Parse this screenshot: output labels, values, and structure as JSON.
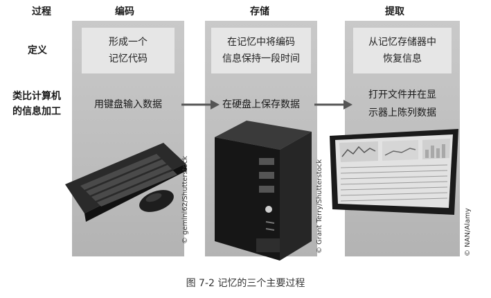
{
  "headers": {
    "process": "过程",
    "encoding": "编码",
    "storage": "存储",
    "retrieval": "提取"
  },
  "row_labels": {
    "definition": "定义",
    "analogy_line1": "类比计算机",
    "analogy_line2": "的信息加工"
  },
  "definitions": {
    "encoding": [
      "形成一个",
      "记忆代码"
    ],
    "storage": [
      "在记忆中将编码",
      "信息保持一段时间"
    ],
    "retrieval": [
      "从记忆存储器中",
      "恢复信息"
    ]
  },
  "analogies": {
    "encoding": [
      "用键盘输入数据"
    ],
    "storage": [
      "在硬盘上保存数据"
    ],
    "retrieval": [
      "打开文件并在显",
      "示器上陈列数据"
    ]
  },
  "credits": {
    "keyboard": "© gemini62/Shutterstock",
    "computer": "© Grant Terry/Shutterstock",
    "monitor": "© NAN/Alamy"
  },
  "caption": "图 7-2    记忆的三个主要过程"
}
